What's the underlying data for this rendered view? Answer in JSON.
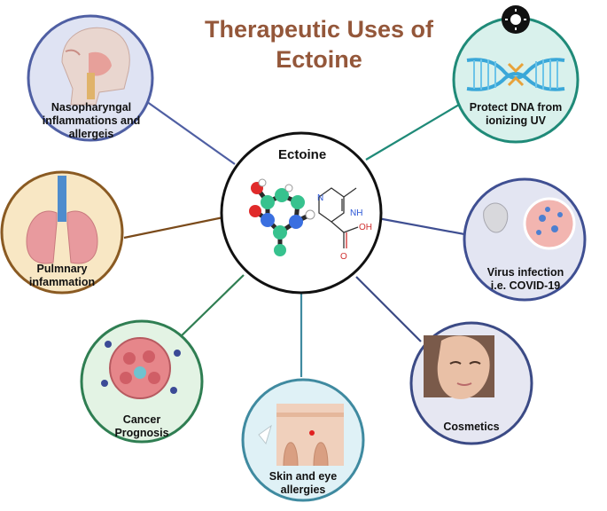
{
  "title": {
    "line1": "Therapeutic Uses of",
    "line2": "Ectoine"
  },
  "center": {
    "label": "Ectoine",
    "atom_n1": "N",
    "atom_nh": "NH",
    "atom_oh": "OH",
    "atom_o": "O"
  },
  "nodes": {
    "nasopharyngal": {
      "line1": "Nasopharyngal",
      "line2": "inflammations and",
      "line3": "allergeis",
      "color": "#4f5fa3",
      "fill": "#dfe3f3"
    },
    "dna": {
      "line1": "Protect DNA from",
      "line2": "ionizing UV",
      "color": "#1f8a78",
      "fill": "#d9f1ec"
    },
    "pulmonary": {
      "line1": "Pulmnary",
      "line2": "infammation",
      "color": "#8a5a22",
      "fill": "#f8e7c4"
    },
    "virus": {
      "line1": "Virus infection",
      "line2": "i.e. COVID-19",
      "color": "#3f4f92",
      "fill": "#e3e5f2"
    },
    "cancer": {
      "line1": "Cancer",
      "line2": "Prognosis",
      "color": "#2f7e52",
      "fill": "#e3f3e4"
    },
    "cosmetics": {
      "line1": "Cosmetics",
      "color": "#3b4a85",
      "fill": "#e6e7f2"
    },
    "skin": {
      "line1": "Skin and eye",
      "line2": "allergies",
      "color": "#3f8aa0",
      "fill": "#dff1f6"
    }
  }
}
